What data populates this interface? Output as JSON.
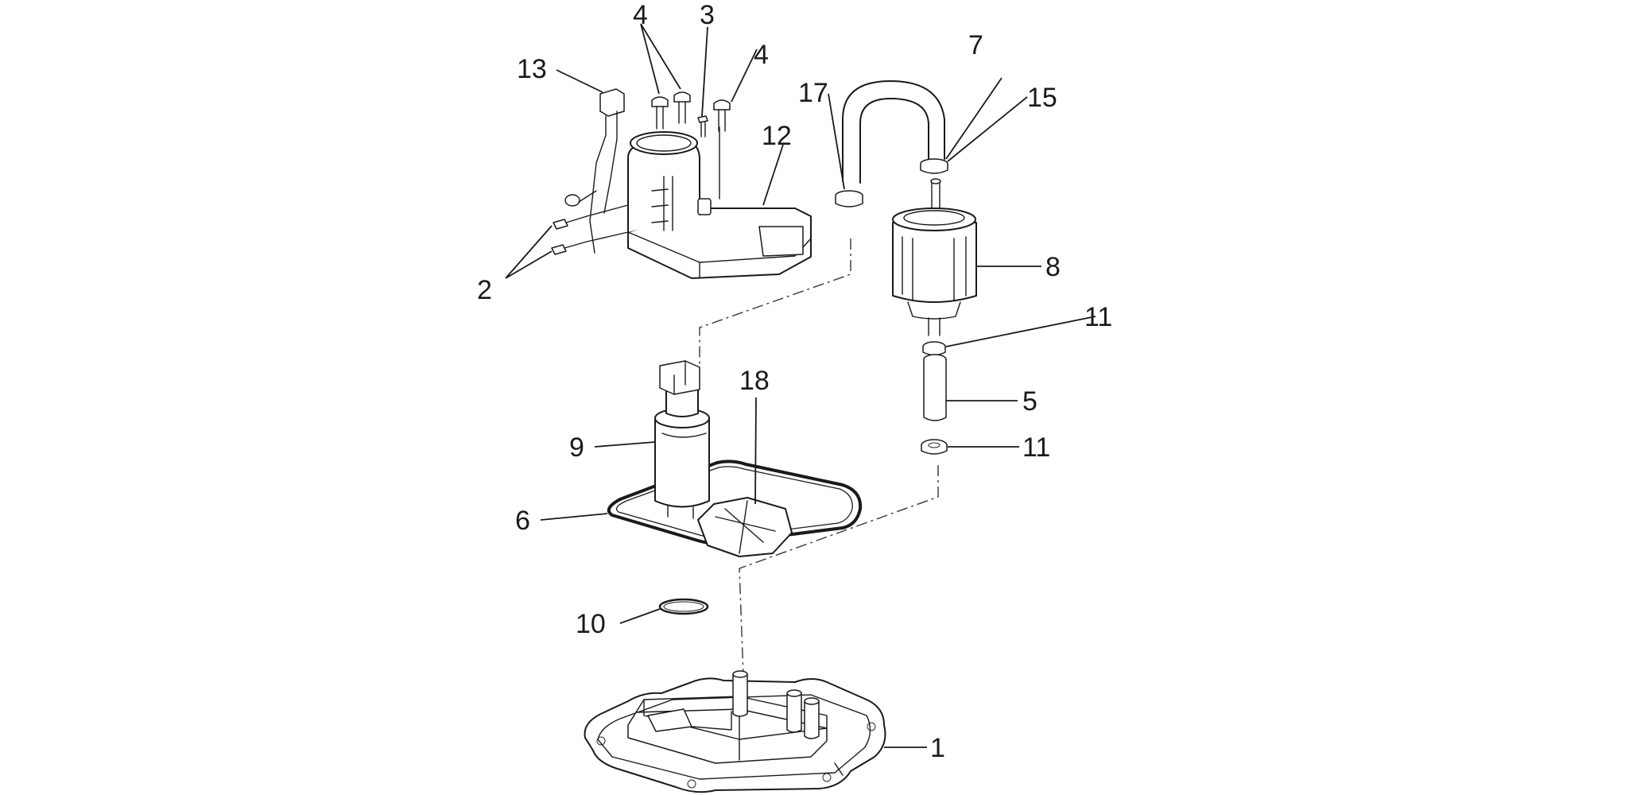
{
  "callouts": {
    "c1": "1",
    "c2": "2",
    "c3": "3",
    "c4a": "4",
    "c4b": "4",
    "c5": "5",
    "c6": "6",
    "c7": "7",
    "c8": "8",
    "c9": "9",
    "c10": "10",
    "c11a": "11",
    "c11b": "11",
    "c12": "12",
    "c13": "13",
    "c15": "15",
    "c17": "17",
    "c18": "18"
  },
  "colors": {
    "line": "#1a1a1a",
    "background": "#ffffff"
  }
}
